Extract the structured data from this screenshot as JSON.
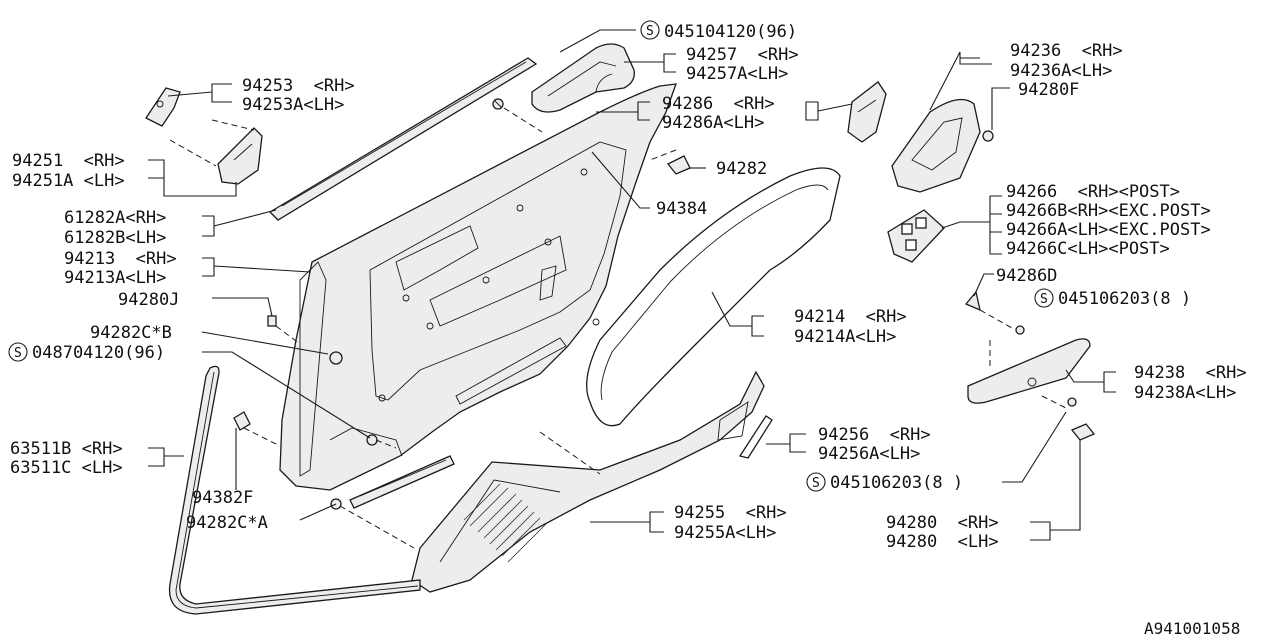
{
  "diagram_id": "A941001058",
  "callouts": [
    {
      "id": "c1",
      "lines": [
        "045104120(96)"
      ],
      "screw": true
    },
    {
      "id": "c2",
      "lines": [
        "94257  <RH>",
        "94257A<LH>"
      ]
    },
    {
      "id": "c3",
      "lines": [
        "94253  <RH>",
        "94253A<LH>"
      ]
    },
    {
      "id": "c4",
      "lines": [
        "94286  <RH>",
        "94286A<LH>"
      ]
    },
    {
      "id": "c5",
      "lines": [
        "94251  <RH>",
        "94251A <LH>"
      ]
    },
    {
      "id": "c6",
      "lines": [
        "94282"
      ]
    },
    {
      "id": "c7",
      "lines": [
        "94236  <RH>",
        "94236A<LH>"
      ]
    },
    {
      "id": "c8",
      "lines": [
        "94280F"
      ]
    },
    {
      "id": "c9",
      "lines": [
        "94384"
      ]
    },
    {
      "id": "c10",
      "lines": [
        "94266  <RH><POST>",
        "94266B<RH><EXC.POST>",
        "94266A<LH><EXC.POST>",
        "94266C<LH><POST>"
      ]
    },
    {
      "id": "c11",
      "lines": [
        "61282A<RH>",
        "61282B<LH>"
      ]
    },
    {
      "id": "c12",
      "lines": [
        "94213  <RH>",
        "94213A<LH>"
      ]
    },
    {
      "id": "c13",
      "lines": [
        "94286D"
      ]
    },
    {
      "id": "c14",
      "lines": [
        "045106203(8 )"
      ],
      "screw": true
    },
    {
      "id": "c15",
      "lines": [
        "94280J"
      ]
    },
    {
      "id": "c16",
      "lines": [
        "94214  <RH>",
        "94214A<LH>"
      ]
    },
    {
      "id": "c17",
      "lines": [
        "94282C*B"
      ]
    },
    {
      "id": "c18",
      "lines": [
        "048704120(96)"
      ],
      "screw": true
    },
    {
      "id": "c19",
      "lines": [
        "94238  <RH>",
        "94238A<LH>"
      ]
    },
    {
      "id": "c20",
      "lines": [
        "94256  <RH>",
        "94256A<LH>"
      ]
    },
    {
      "id": "c21",
      "lines": [
        "63511B <RH>",
        "63511C <LH>"
      ]
    },
    {
      "id": "c22",
      "lines": [
        "045106203(8 )"
      ],
      "screw": true
    },
    {
      "id": "c23",
      "lines": [
        "94382F"
      ]
    },
    {
      "id": "c24",
      "lines": [
        "94255  <RH>",
        "94255A<LH>"
      ]
    },
    {
      "id": "c25",
      "lines": [
        "94282C*A"
      ]
    },
    {
      "id": "c26",
      "lines": [
        "94280  <RH>",
        "94280  <LH>"
      ]
    }
  ],
  "screw_symbol": "S"
}
